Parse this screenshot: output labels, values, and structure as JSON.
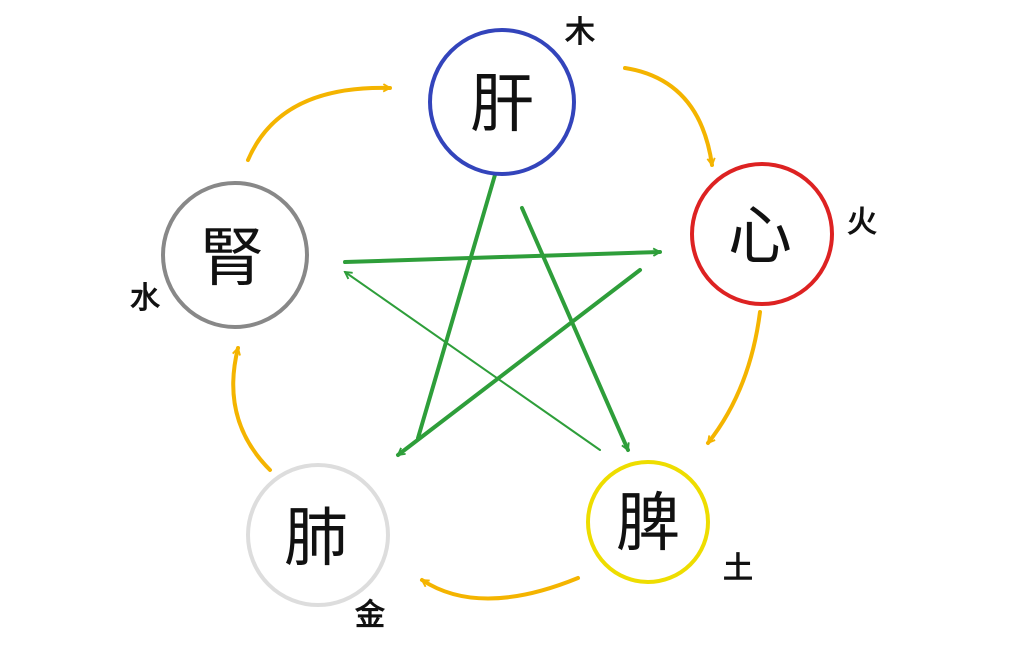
{
  "organs": {
    "liver": {
      "label": "肝",
      "element": "木",
      "color": "#3344bb"
    },
    "heart": {
      "label": "心",
      "element": "火",
      "color": "#dd2222"
    },
    "spleen": {
      "label": "脾",
      "element": "土",
      "color": "#eedd00"
    },
    "lung": {
      "label": "肺",
      "element": "金",
      "color": "#dddddd"
    },
    "kidney": {
      "label": "腎",
      "element": "水",
      "color": "#888888"
    }
  },
  "colors": {
    "generating_cycle": "#f4b400",
    "controlling_cycle": "#2e9e3a"
  }
}
